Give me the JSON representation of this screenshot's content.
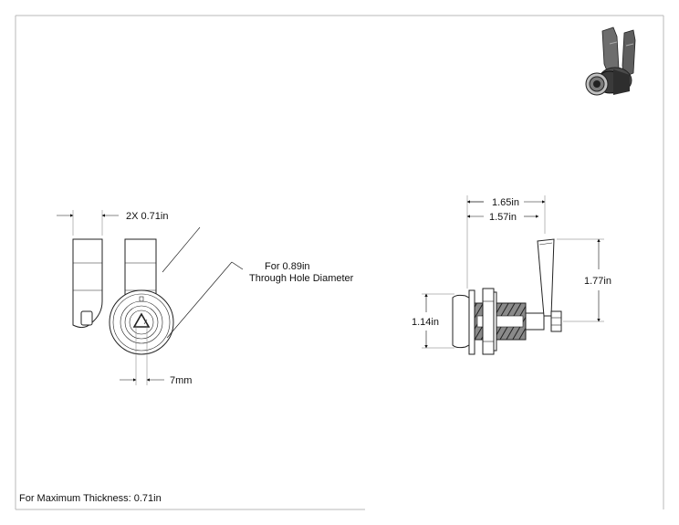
{
  "drawing": {
    "front_view": {
      "width_label": "2X 0.71in",
      "hole_label_line1": "For 0.89in",
      "hole_label_line2": "Through Hole Diameter",
      "key_label": "7mm"
    },
    "side_view": {
      "overall_length_label": "1.65in",
      "body_length_label": "1.57in",
      "cam_height_label": "1.77in",
      "face_diameter_label": "1.14in"
    },
    "footer_note": "For Maximum Thickness: 0.71in"
  },
  "icons": {
    "thumbnail": "cam-lock-3d-thumbnail-icon"
  }
}
